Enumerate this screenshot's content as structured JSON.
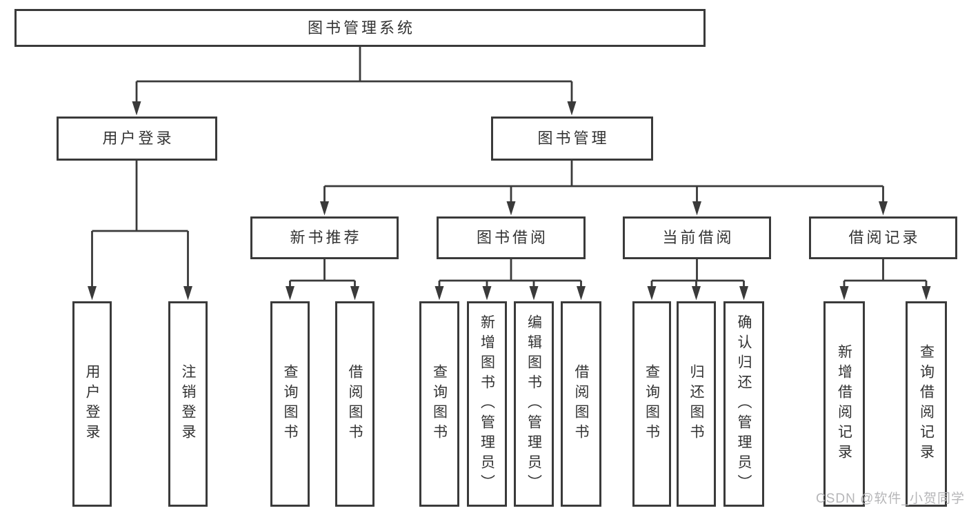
{
  "colors": {
    "line": "#3a3a3a",
    "box_border": "#3a3a3a",
    "text": "#333333",
    "watermark": "#b6b6b8",
    "background": "#ffffff"
  },
  "diagram": {
    "nodes": {
      "root": "图书管理系统",
      "user_login": "用户登录",
      "book_management": "图书管理",
      "new_book_recommend": "新书推荐",
      "book_borrow": "图书借阅",
      "current_borrow": "当前借阅",
      "borrow_record": "借阅记录",
      "leaf_user_login": "用户登录",
      "leaf_logout": "注销登录",
      "leaf_recommend_query_book": "查询图书",
      "leaf_recommend_borrow_book": "借阅图书",
      "leaf_borrow_query_book": "查询图书",
      "leaf_borrow_add_book": "新增图书（管理员）",
      "leaf_borrow_edit_book": "编辑图书（管理员）",
      "leaf_borrow_borrow_book": "借阅图书",
      "leaf_current_query_book": "查询图书",
      "leaf_current_return_book": "归还图书",
      "leaf_current_confirm_return": "确认归还（管理员）",
      "leaf_record_add": "新增借阅记录",
      "leaf_record_query": "查询借阅记录"
    },
    "watermark": "CSDN @软件_小贺同学"
  }
}
